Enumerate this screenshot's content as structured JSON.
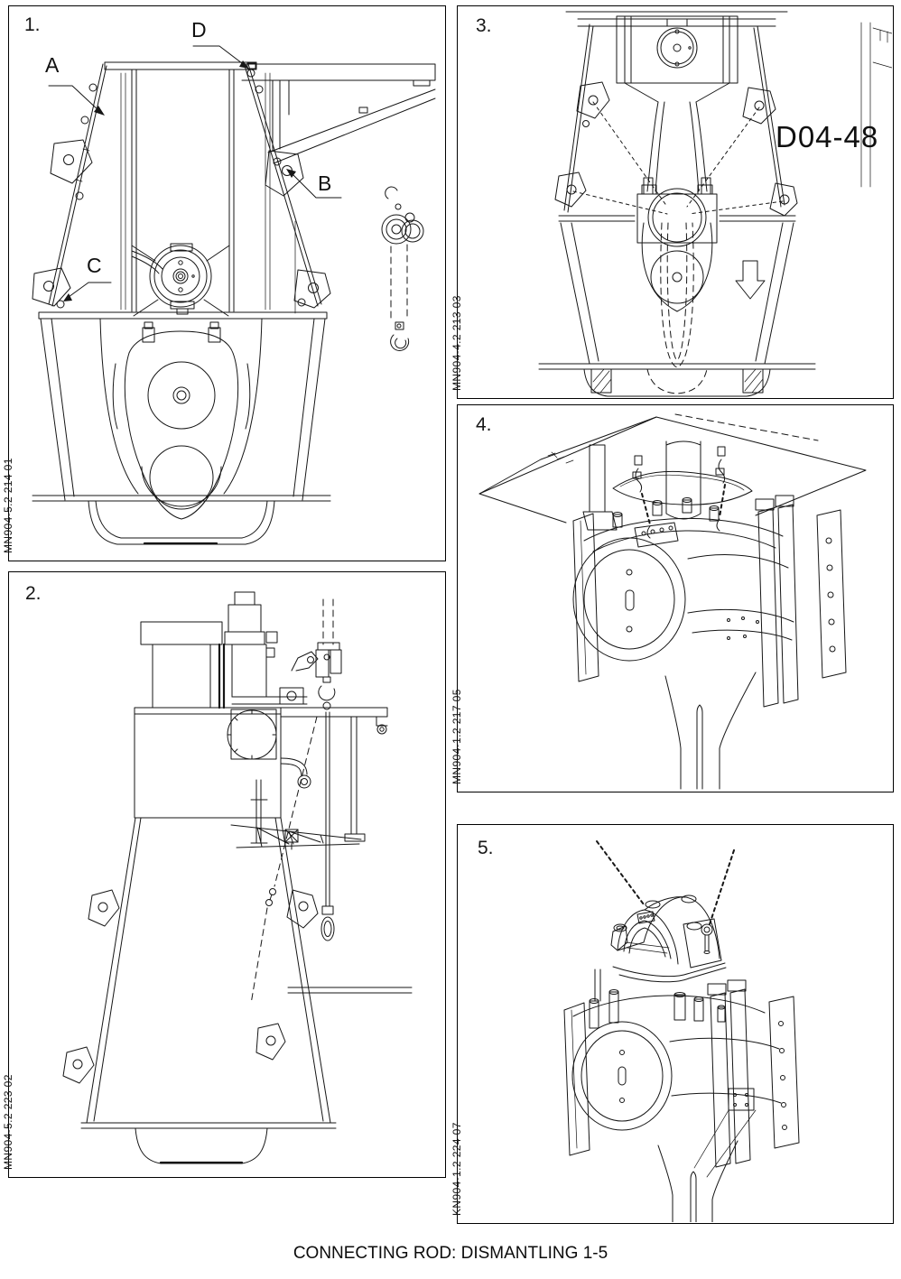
{
  "page": {
    "caption": "CONNECTING ROD: DISMANTLING 1-5"
  },
  "panels": [
    {
      "number": "1.",
      "ref": "MN904-5.2 214 01",
      "labels": {
        "a": "A",
        "b": "B",
        "c": "C",
        "d": "D"
      }
    },
    {
      "number": "2.",
      "ref": "MN904-5.2 223 02"
    },
    {
      "number": "3.",
      "ref": "MN904-4.2 213 03",
      "annotation": "D04-48"
    },
    {
      "number": "4.",
      "ref": "MN904-1.2 217 05"
    },
    {
      "number": "5.",
      "ref": "KN904-1.2 224 07"
    }
  ]
}
